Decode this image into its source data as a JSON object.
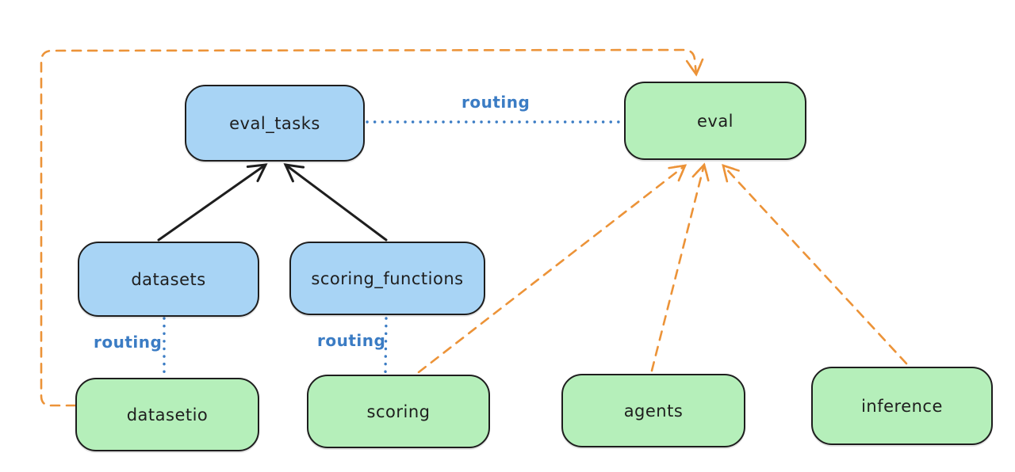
{
  "diagram": {
    "description": "Hand-drawn style architecture diagram of eval routing between APIs and providers",
    "colors": {
      "blue_node_fill": "#a8d4f5",
      "green_node_fill": "#b5efba",
      "node_stroke": "#1e1e1e",
      "orange_edge": "#ec9338",
      "blue_edge": "#3b7cc4",
      "black_edge": "#1e1e1e"
    },
    "nodes": {
      "eval_tasks": {
        "label": "eval_tasks",
        "color": "blue"
      },
      "eval": {
        "label": "eval",
        "color": "green"
      },
      "datasets": {
        "label": "datasets",
        "color": "blue"
      },
      "scoring_functions": {
        "label": "scoring_functions",
        "color": "blue"
      },
      "datasetio": {
        "label": "datasetio",
        "color": "green"
      },
      "scoring": {
        "label": "scoring",
        "color": "green"
      },
      "agents": {
        "label": "agents",
        "color": "green"
      },
      "inference": {
        "label": "inference",
        "color": "green"
      }
    },
    "edges": [
      {
        "from": "datasets",
        "to": "eval_tasks",
        "style": "solid",
        "color": "black",
        "arrow": true,
        "label": ""
      },
      {
        "from": "scoring_functions",
        "to": "eval_tasks",
        "style": "solid",
        "color": "black",
        "arrow": true,
        "label": ""
      },
      {
        "from": "eval_tasks",
        "to": "eval",
        "style": "dotted",
        "color": "blue",
        "arrow": false,
        "label": "routing"
      },
      {
        "from": "datasets",
        "to": "datasetio",
        "style": "dotted",
        "color": "blue",
        "arrow": false,
        "label": "routing"
      },
      {
        "from": "scoring_functions",
        "to": "scoring",
        "style": "dotted",
        "color": "blue",
        "arrow": false,
        "label": "routing"
      },
      {
        "from": "datasetio",
        "to": "eval",
        "style": "dashed",
        "color": "orange",
        "arrow": true,
        "label": ""
      },
      {
        "from": "scoring",
        "to": "eval",
        "style": "dashed",
        "color": "orange",
        "arrow": true,
        "label": ""
      },
      {
        "from": "agents",
        "to": "eval",
        "style": "dashed",
        "color": "orange",
        "arrow": true,
        "label": ""
      },
      {
        "from": "inference",
        "to": "eval",
        "style": "dashed",
        "color": "orange",
        "arrow": true,
        "label": ""
      }
    ],
    "routing_labels": {
      "top": "routing",
      "left": "routing",
      "middle": "routing"
    }
  }
}
